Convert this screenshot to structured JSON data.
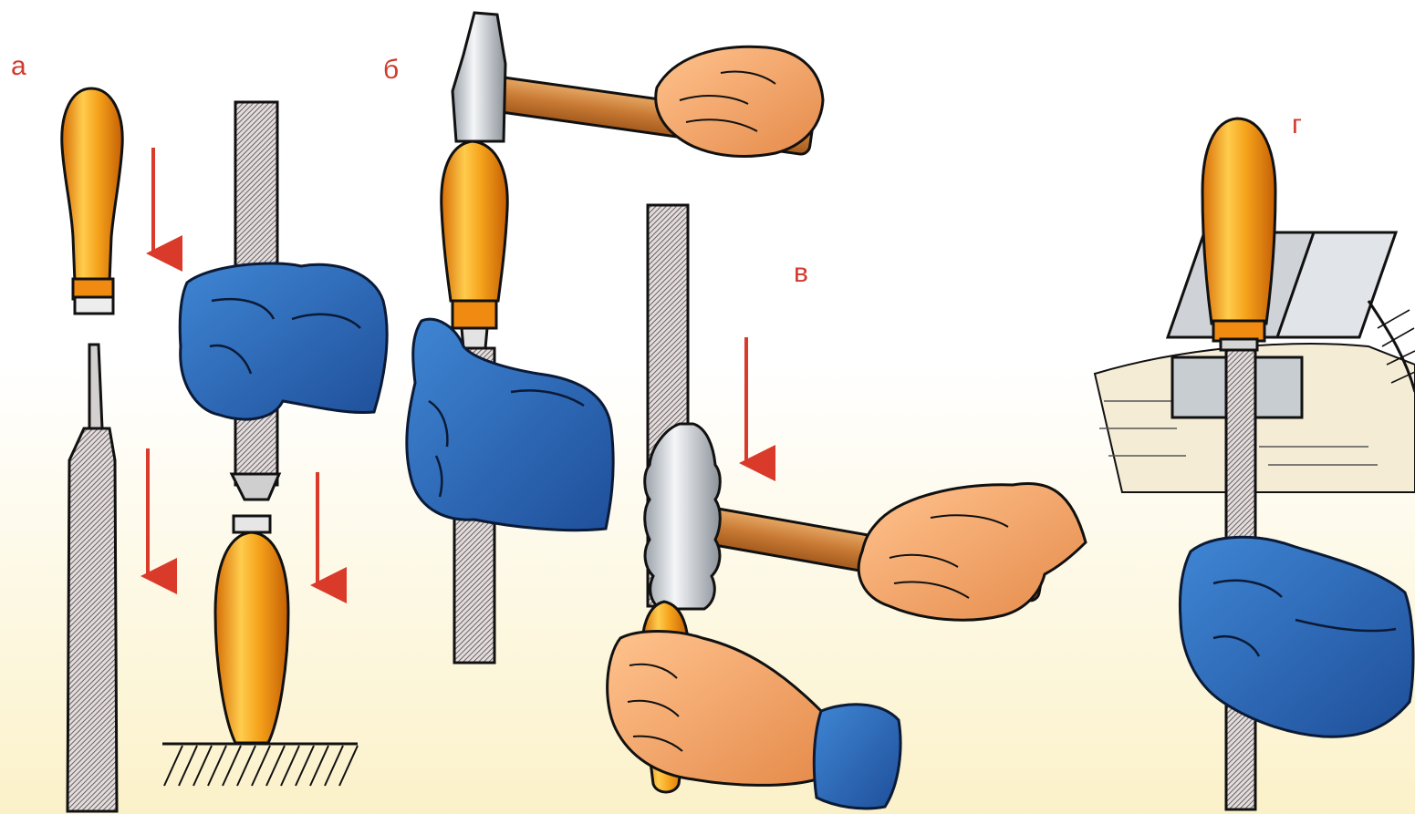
{
  "labels": {
    "a": "а",
    "b": "б",
    "v": "в",
    "g": "г"
  },
  "colors": {
    "handle_orange": "#f29a18",
    "handle_highlight": "#ffd35a",
    "glove_blue": "#2a66b6",
    "skin": "#f4a866",
    "arrow_red": "#d93a2a",
    "steel": "#d9dde3",
    "file_hatch": "#7a6a6a",
    "label_red": "#d23a2c"
  }
}
